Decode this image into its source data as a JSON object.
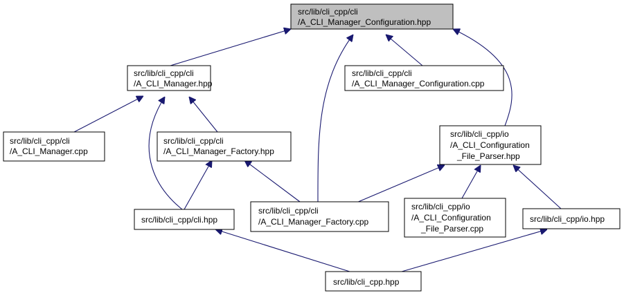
{
  "colors": {
    "edge": "#191970",
    "node_fill": "#ffffff",
    "focus_fill": "#bfbfbf",
    "border": "#000000"
  },
  "nodes": {
    "config_hpp": {
      "lines": [
        "src/lib/cli_cpp/cli",
        "/A_CLI_Manager_Configuration.hpp"
      ],
      "focus": true
    },
    "manager_hpp": {
      "lines": [
        "src/lib/cli_cpp/cli",
        "/A_CLI_Manager.hpp"
      ]
    },
    "config_cpp": {
      "lines": [
        "src/lib/cli_cpp/cli",
        "/A_CLI_Manager_Configuration.cpp"
      ]
    },
    "manager_cpp": {
      "lines": [
        "src/lib/cli_cpp/cli",
        "/A_CLI_Manager.cpp"
      ]
    },
    "factory_hpp": {
      "lines": [
        "src/lib/cli_cpp/cli",
        "/A_CLI_Manager_Factory.hpp"
      ]
    },
    "parser_hpp": {
      "lines": [
        "src/lib/cli_cpp/io",
        "/A_CLI_Configuration",
        "_File_Parser.hpp"
      ]
    },
    "cli_hpp": {
      "lines": [
        "src/lib/cli_cpp/cli.hpp"
      ]
    },
    "factory_cpp": {
      "lines": [
        "src/lib/cli_cpp/cli",
        "/A_CLI_Manager_Factory.cpp"
      ]
    },
    "parser_cpp": {
      "lines": [
        "src/lib/cli_cpp/io",
        "/A_CLI_Configuration",
        "_File_Parser.cpp"
      ]
    },
    "io_hpp": {
      "lines": [
        "src/lib/cli_cpp/io.hpp"
      ]
    },
    "cli_cpp_hpp": {
      "lines": [
        "src/lib/cli_cpp.hpp"
      ]
    }
  },
  "edges": [
    {
      "from": "manager_hpp",
      "to": "config_hpp"
    },
    {
      "from": "factory_cpp",
      "to": "config_hpp"
    },
    {
      "from": "config_cpp",
      "to": "config_hpp"
    },
    {
      "from": "parser_hpp",
      "to": "config_hpp"
    },
    {
      "from": "manager_cpp",
      "to": "manager_hpp"
    },
    {
      "from": "factory_hpp",
      "to": "manager_hpp"
    },
    {
      "from": "cli_hpp",
      "to": "manager_hpp"
    },
    {
      "from": "cli_hpp",
      "to": "factory_hpp"
    },
    {
      "from": "factory_cpp",
      "to": "factory_hpp"
    },
    {
      "from": "factory_cpp",
      "to": "parser_hpp"
    },
    {
      "from": "parser_cpp",
      "to": "parser_hpp"
    },
    {
      "from": "io_hpp",
      "to": "parser_hpp"
    },
    {
      "from": "cli_cpp_hpp",
      "to": "cli_hpp"
    },
    {
      "from": "cli_cpp_hpp",
      "to": "io_hpp"
    }
  ]
}
